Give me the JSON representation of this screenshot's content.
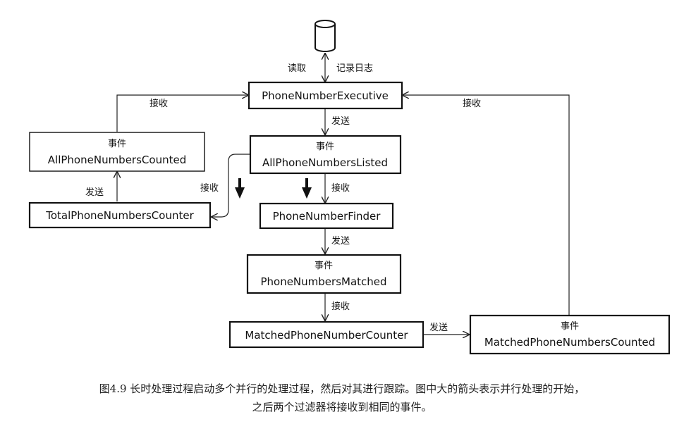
{
  "database": {
    "read_label": "读取",
    "log_label": "记录日志"
  },
  "nodes": {
    "executive": {
      "name": "PhoneNumberExecutive"
    },
    "counted_event": {
      "tag": "事件",
      "name": "AllPhoneNumbersCounted"
    },
    "listed_event": {
      "tag": "事件",
      "name": "AllPhoneNumbersListed"
    },
    "total_counter": {
      "name": "TotalPhoneNumbersCounter"
    },
    "finder": {
      "name": "PhoneNumberFinder"
    },
    "matched_event": {
      "tag": "事件",
      "name": "PhoneNumbersMatched"
    },
    "matched_counter": {
      "name": "MatchedPhoneNumberCounter"
    },
    "matched_counted_event": {
      "tag": "事件",
      "name": "MatchedPhoneNumbersCounted"
    }
  },
  "edges": {
    "left_receive": "接收",
    "right_receive": "接收",
    "exec_send": "发送",
    "counter_send": "发送",
    "total_receive": "接收",
    "finder_receive": "接收",
    "finder_send": "发送",
    "matched_receive": "接收",
    "matched_send": "发送"
  },
  "caption": {
    "line1": "图4.9 长时处理过程启动多个并行的处理过程，然后对其进行跟踪。图中大的箭头表示并行处理的开始，",
    "line2": "之后两个过滤器将接收到相同的事件。"
  }
}
